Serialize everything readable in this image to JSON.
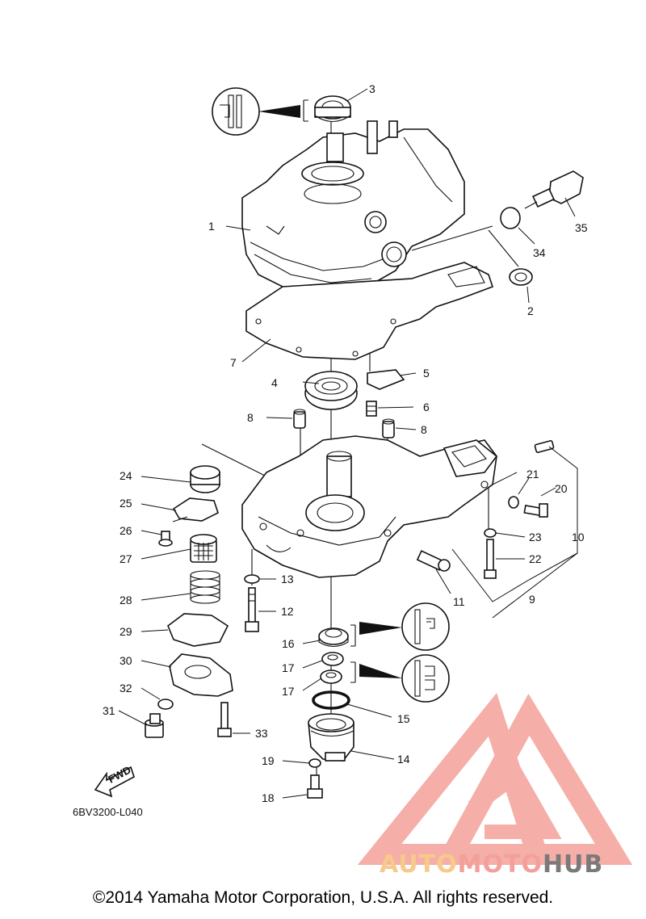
{
  "callouts": [
    {
      "n": "1"
    },
    {
      "n": "2"
    },
    {
      "n": "3"
    },
    {
      "n": "4"
    },
    {
      "n": "5"
    },
    {
      "n": "6"
    },
    {
      "n": "7"
    },
    {
      "n": "8"
    },
    {
      "n": "8"
    },
    {
      "n": "9"
    },
    {
      "n": "10"
    },
    {
      "n": "11"
    },
    {
      "n": "12"
    },
    {
      "n": "13"
    },
    {
      "n": "14"
    },
    {
      "n": "15"
    },
    {
      "n": "16"
    },
    {
      "n": "17"
    },
    {
      "n": "17"
    },
    {
      "n": "18"
    },
    {
      "n": "19"
    },
    {
      "n": "20"
    },
    {
      "n": "21"
    },
    {
      "n": "22"
    },
    {
      "n": "23"
    },
    {
      "n": "24"
    },
    {
      "n": "25"
    },
    {
      "n": "26"
    },
    {
      "n": "27"
    },
    {
      "n": "28"
    },
    {
      "n": "29"
    },
    {
      "n": "30"
    },
    {
      "n": "31"
    },
    {
      "n": "32"
    },
    {
      "n": "33"
    },
    {
      "n": "34"
    },
    {
      "n": "35"
    }
  ],
  "fwd_label": "FWD",
  "diagram_code": "6BV3200-L040",
  "copyright": "©2014 Yamaha Motor Corporation, U.S.A. All rights reserved.",
  "watermark": {
    "part1": "AUTO",
    "part2": "MOTO",
    "part3": "HUB",
    "color_light": "#f7c98a",
    "color_main": "#f4a09a",
    "color_dark": "#7a7a7a"
  }
}
